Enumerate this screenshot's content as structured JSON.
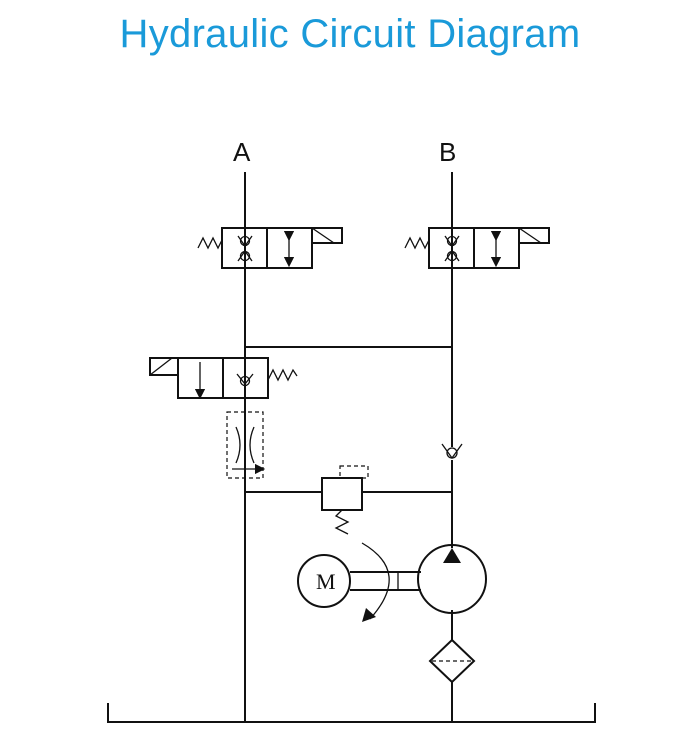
{
  "title": "Hydraulic Circuit Diagram",
  "ports": {
    "a": "A",
    "b": "B"
  },
  "motor": {
    "label": "M"
  },
  "colors": {
    "title": "#1a9ad9",
    "lines": "#111111",
    "background": "#ffffff"
  }
}
